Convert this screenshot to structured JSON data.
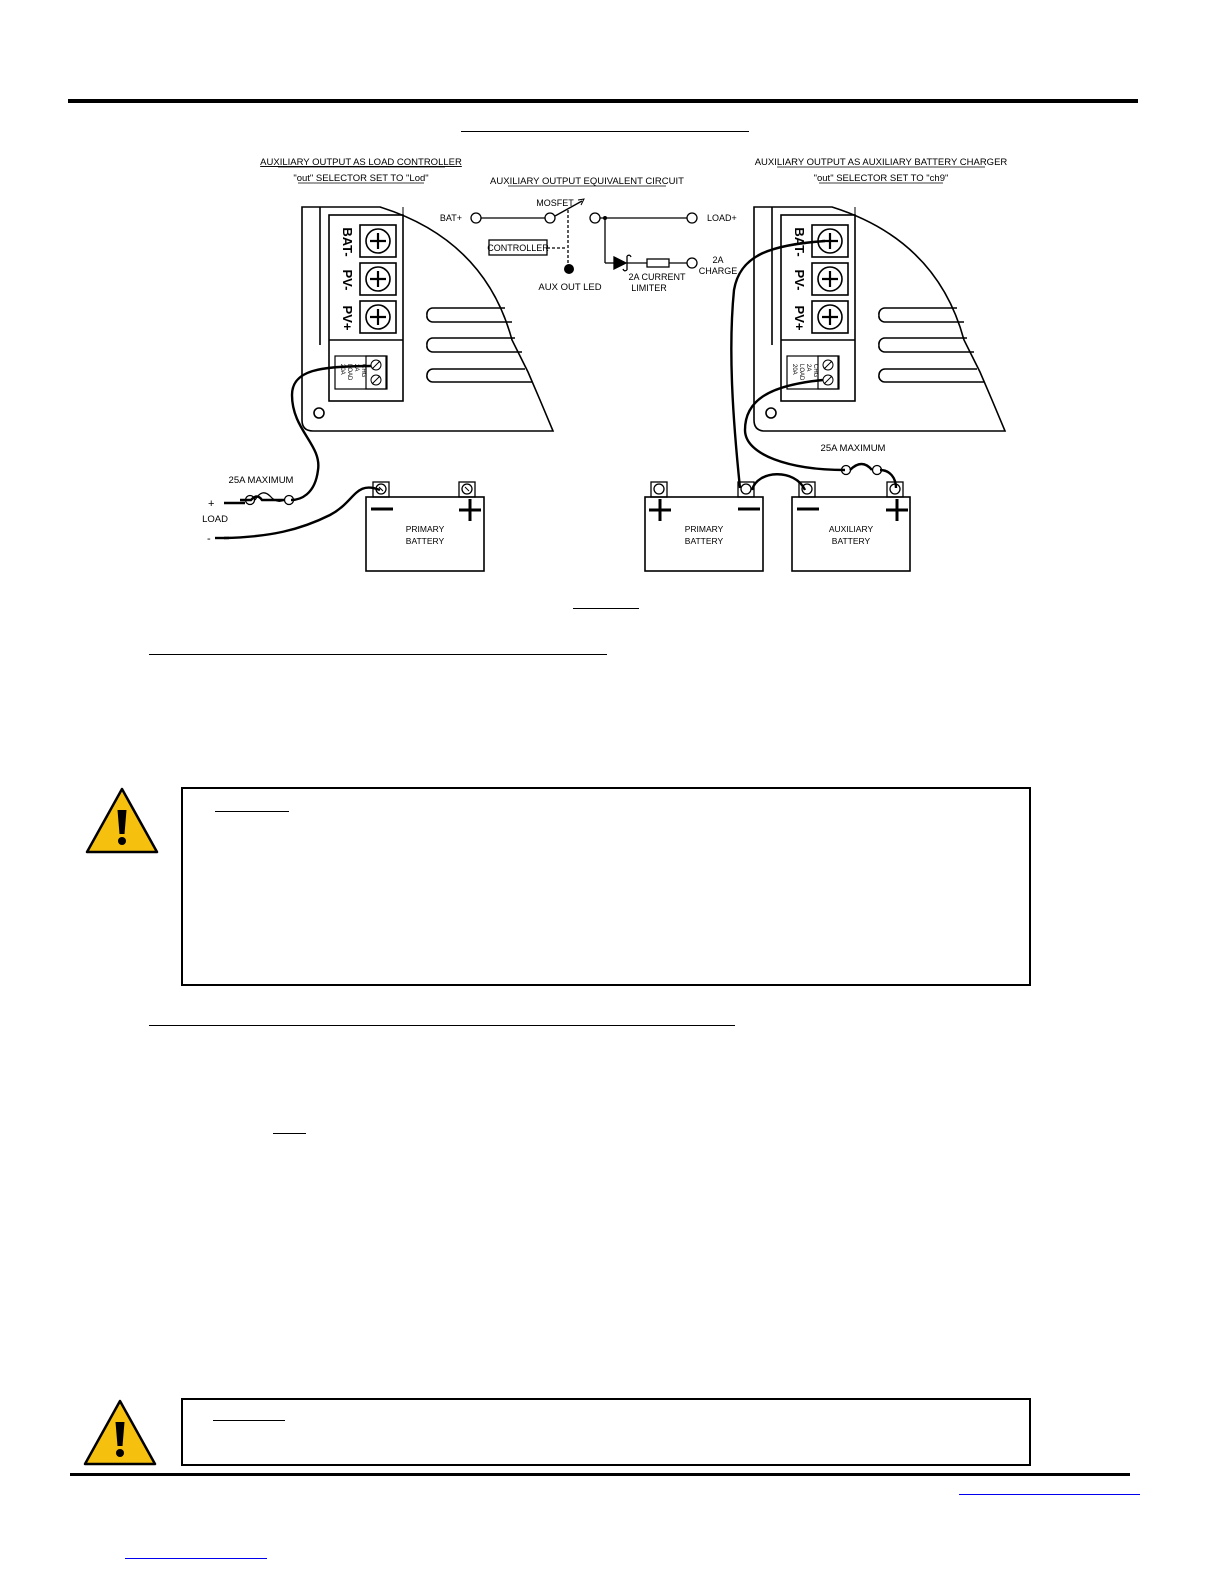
{
  "diagram": {
    "left_title_line1": "AUXILIARY OUTPUT AS LOAD CONTROLLER",
    "left_title_line2": "\"out\" SELECTOR SET TO \"Lod\"",
    "center_title": "AUXILIARY OUTPUT EQUIVALENT CIRCUIT",
    "right_title_line1": "AUXILIARY OUTPUT AS AUXILIARY BATTERY CHARGER",
    "right_title_line2": "\"out\" SELECTOR SET TO \"ch9\"",
    "terminal_bat_neg": "BAT-",
    "terminal_pv_neg": "PV-",
    "terminal_pv_pos": "PV+",
    "aux_terminal_label_1": "20A",
    "aux_terminal_label_2": "LOAD",
    "aux_terminal_label_3": "2A",
    "aux_terminal_label_4": "CHG",
    "bat_plus_label": "BAT+",
    "mosfet_label": "MOSFET",
    "controller_label": "CONTROLLER",
    "aux_out_led_label": "AUX OUT LED",
    "load_plus_label": "LOAD+",
    "two_a_label": "2A",
    "charge_label": "CHARGE",
    "current_limiter_line1": "2A CURRENT",
    "current_limiter_line2": "LIMITER",
    "fuse_label_left": "25A MAXIMUM",
    "fuse_label_right": "25A MAXIMUM",
    "load_plus_sign": "+",
    "load_label": "LOAD",
    "load_minus_sign": "-",
    "primary_battery_line1": "PRIMARY",
    "primary_battery_line2": "BATTERY",
    "auxiliary_battery_line1": "AUXILIARY",
    "auxiliary_battery_line2": "BATTERY"
  }
}
